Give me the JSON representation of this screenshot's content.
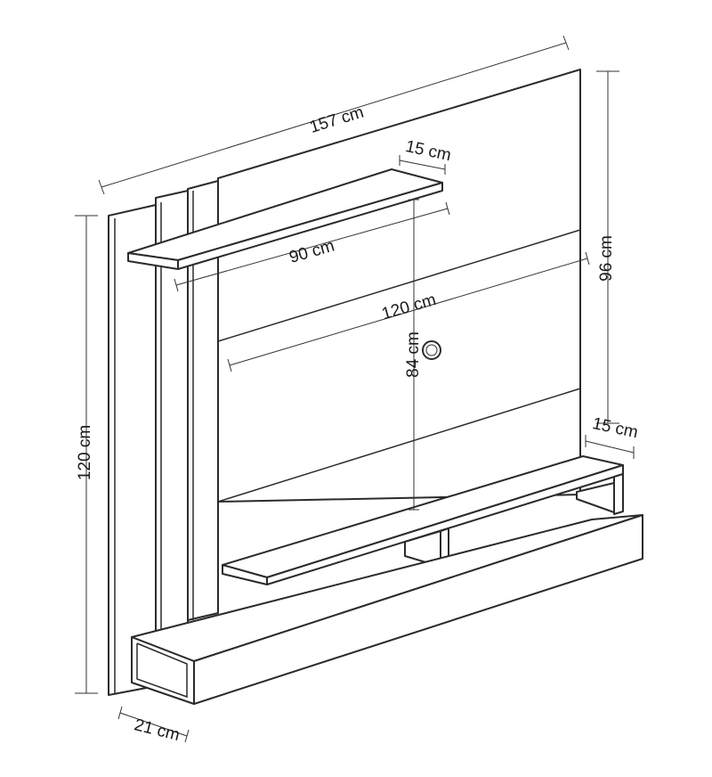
{
  "dimensions": {
    "total_width": "157 cm",
    "top_shelf_depth": "15 cm",
    "top_shelf_width": "90 cm",
    "panel_width": "120 cm",
    "tv_height": "84 cm",
    "panel_height": "96 cm",
    "console_shelf_depth": "15 cm",
    "total_height": "120 cm",
    "base_depth": "21 cm"
  }
}
